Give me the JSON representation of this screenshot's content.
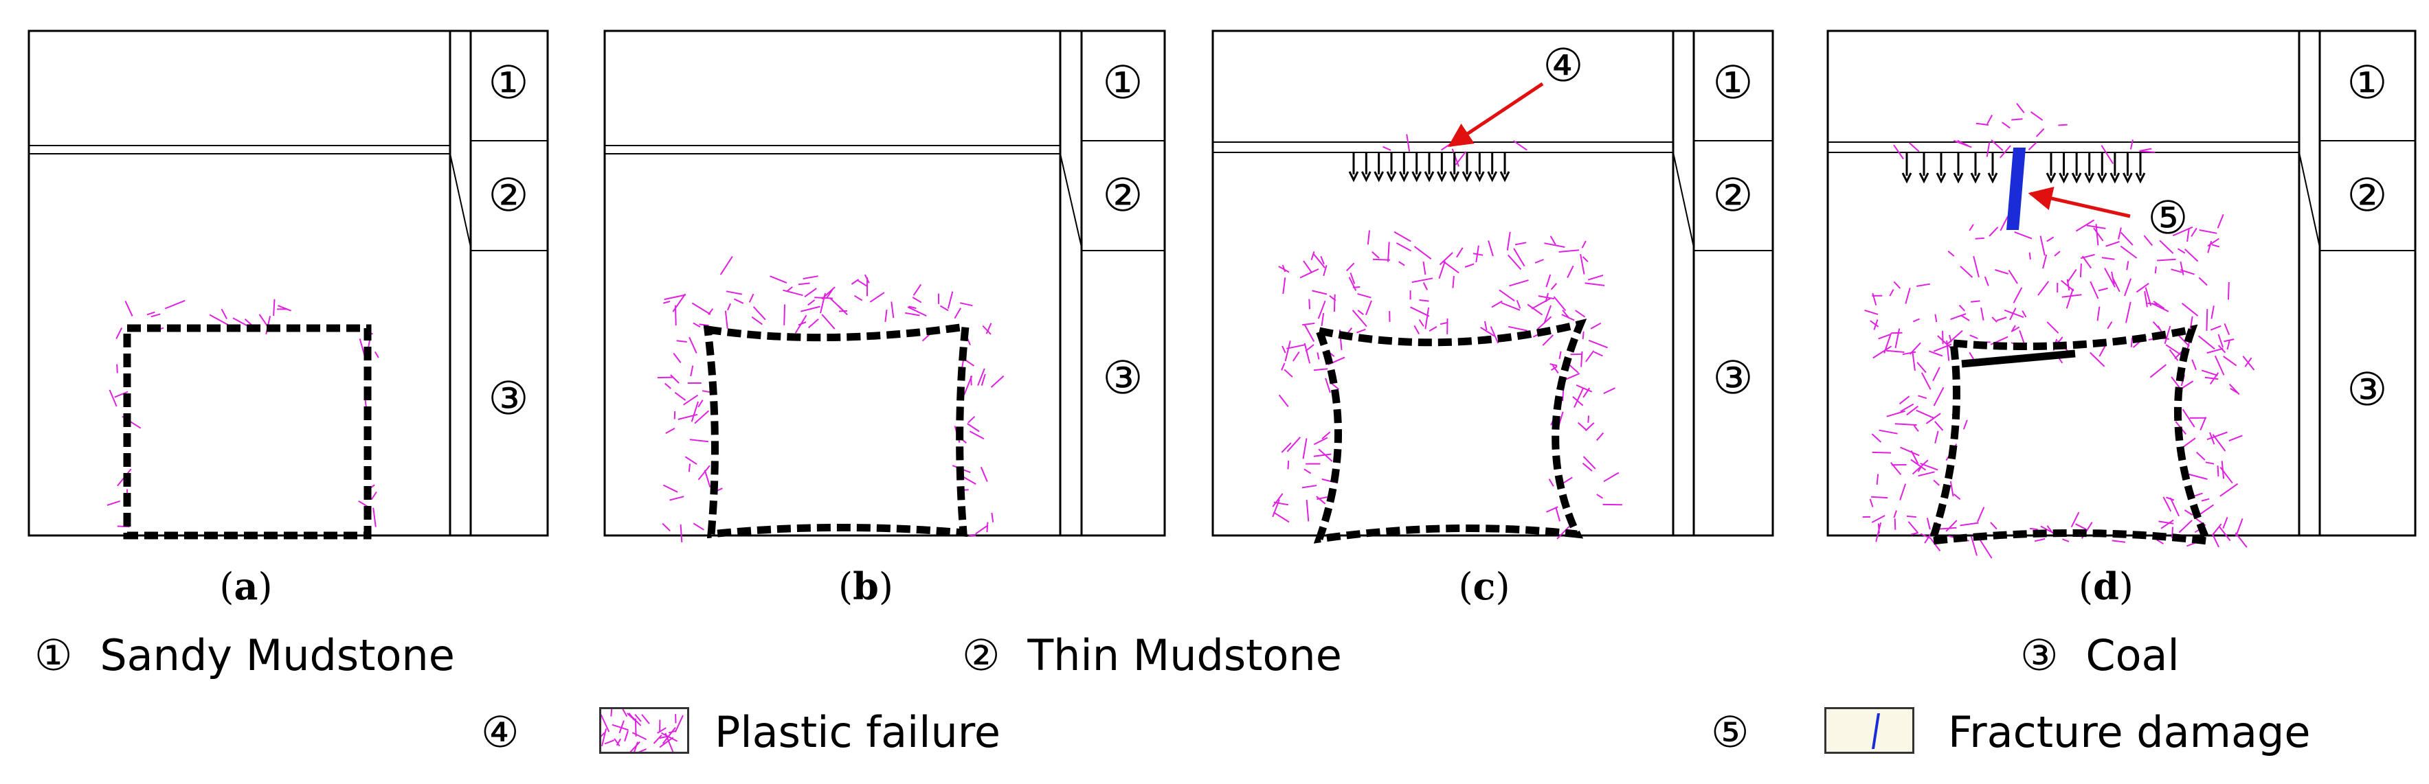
{
  "panels": [
    {
      "id": "a",
      "label": "a",
      "open": "(",
      "close": ")"
    },
    {
      "id": "b",
      "label": "b",
      "open": "(",
      "close": ")"
    },
    {
      "id": "c",
      "label": "c",
      "open": "(",
      "close": ")"
    },
    {
      "id": "d",
      "label": "d",
      "open": "(",
      "close": ")"
    }
  ],
  "layer_markers": [
    "①",
    "②",
    "③"
  ],
  "callouts": {
    "plastic": "④",
    "fracture": "⑤"
  },
  "legend": {
    "sandy": {
      "marker": "①",
      "text": "Sandy Mudstone"
    },
    "thin": {
      "marker": "②",
      "text": "Thin Mudstone"
    },
    "coal": {
      "marker": "③",
      "text": "Coal"
    },
    "plastic": {
      "marker": "④",
      "text": "Plastic failure"
    },
    "fracture": {
      "marker": "⑤",
      "text": "Fracture damage"
    }
  },
  "colors": {
    "plastic": "#e020e0",
    "fracture": "#1a2bd8",
    "arrow": "#e01010",
    "outline": "#000000",
    "swatch_fracture_bg": "#fbf7e6"
  }
}
